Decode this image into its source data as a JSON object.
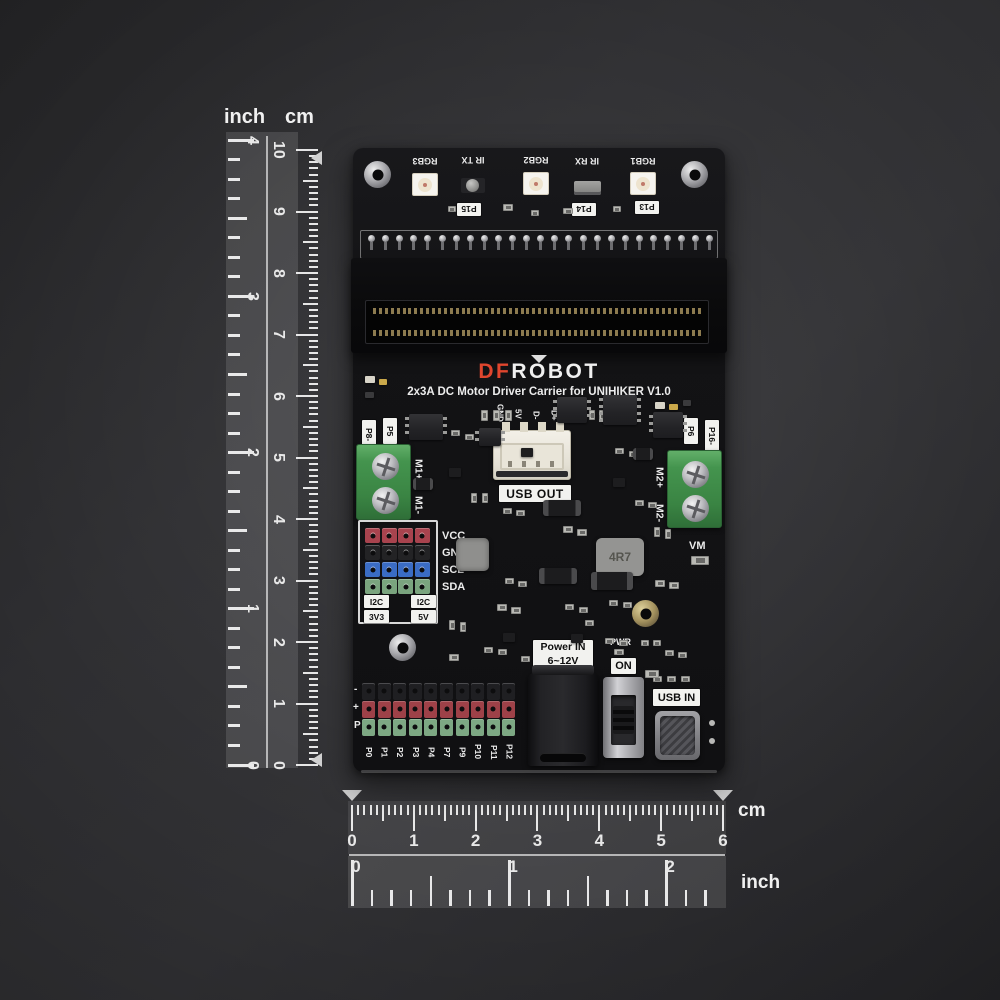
{
  "rulers": {
    "vertical": {
      "inch_label": "inch",
      "cm_label": "cm",
      "cm_numbers": [
        "10",
        "9",
        "8",
        "7",
        "6",
        "5",
        "4",
        "3",
        "2",
        "1",
        "0"
      ],
      "inch_numbers": [
        "4",
        "3",
        "2",
        "1",
        "0"
      ]
    },
    "horizontal": {
      "cm_label": "cm",
      "inch_label": "inch",
      "cm_numbers": [
        "0",
        "1",
        "2",
        "3",
        "4",
        "5",
        "6"
      ],
      "inch_numbers": [
        "0",
        "1",
        "2"
      ]
    }
  },
  "board": {
    "brand_df": "DF",
    "brand_robot": "ROBOT",
    "title": "2x3A DC Motor Driver Carrier for UNIHIKER V1.0",
    "top_labels": [
      "RGB3",
      "IR TX",
      "RGB2",
      "IR RX",
      "RGB1"
    ],
    "top_pin_labels": [
      "P15",
      "P14",
      "P13"
    ],
    "edge_left_labels": [
      "P8-",
      "P5"
    ],
    "edge_right_labels": [
      "P6",
      "P16-"
    ],
    "motor1_labels": [
      "M1+",
      "M1-"
    ],
    "motor2_labels": [
      "M2+",
      "M2-"
    ],
    "usb_out": {
      "label": "USB OUT",
      "pins": [
        "GND",
        "5V",
        "D-",
        "D+"
      ]
    },
    "i2c": {
      "pin_names": [
        "VCC",
        "GND",
        "SCL",
        "SDA"
      ],
      "box_top_left": "I2C",
      "box_top_right": "I2C",
      "box_bottom_left": "3V3",
      "box_bottom_right": "5V"
    },
    "vm_label": "VM",
    "inductor_marking": "4R7",
    "power_in_line1": "Power IN",
    "power_in_line2": "6~12V",
    "pwr_label": "PWR",
    "on_label": "ON",
    "usb_in_label": "USB IN",
    "bottom_header": {
      "row_markers": [
        "-",
        "+",
        "P"
      ],
      "pin_labels": [
        "P0",
        "P1",
        "P2",
        "P3",
        "P4",
        "P7",
        "P9",
        "P10",
        "P11",
        "P12"
      ]
    }
  },
  "colors": {
    "logo_red": "#e0462e",
    "silk_white": "#ececec",
    "terminal_green": "#3f8f49",
    "i2c_row_colors": [
      "#a8434e",
      "#232325",
      "#3a6cc4",
      "#7aa47e"
    ],
    "header_row_colors": [
      "#1f1f22",
      "#9e4148",
      "#7da883"
    ],
    "pcb_black": "#131315",
    "ruler_mark": "#e8e8e8"
  }
}
